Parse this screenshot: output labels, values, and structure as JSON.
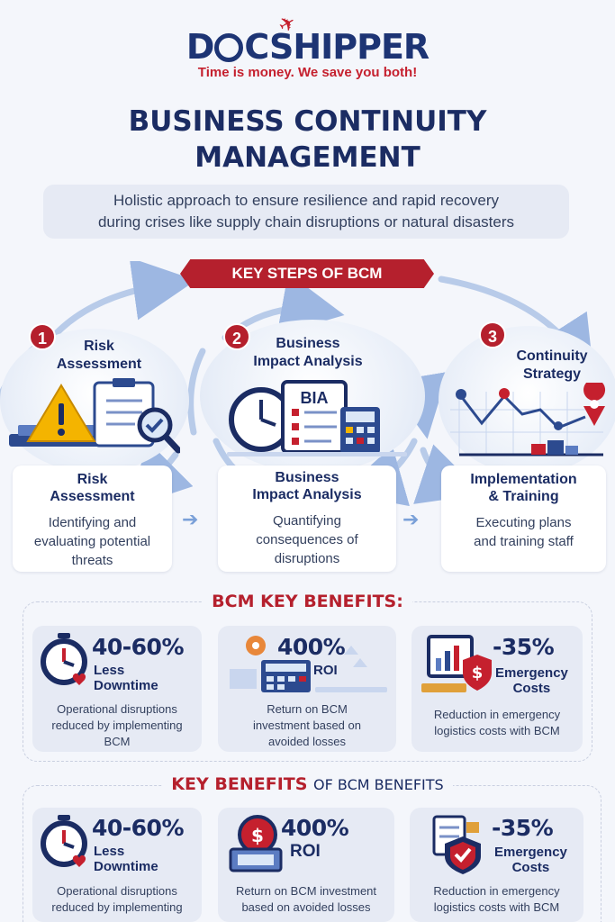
{
  "brand": {
    "name_part1": "D",
    "name_part2": "CSHIPPER",
    "tagline": "Time is money. We save you both!"
  },
  "title_line1": "BUSINESS CONTINUITY",
  "title_line2": "MANAGEMENT",
  "subtitle_line1": "Holistic approach to ensure resilience and rapid recovery",
  "subtitle_line2": "during crises like supply chain disruptions or natural disasters",
  "steps_banner": "KEY STEPS OF BCM",
  "steps": [
    {
      "number": "1",
      "title_line1": "Risk",
      "title_line2": "Assessment",
      "icon": "warning-triangle-icon"
    },
    {
      "number": "2",
      "title_line1": "Business",
      "title_line2": "Impact Analysis",
      "icon_text": "BIA",
      "icon": "clock-checklist-icon"
    },
    {
      "number": "3",
      "title_line1": "Continuity",
      "title_line2": "Strategy",
      "icon": "map-route-icon"
    }
  ],
  "cards": [
    {
      "title_line1": "Risk",
      "title_line2": "Assessment",
      "desc_line1": "Identifying and",
      "desc_line2": "evaluating potential",
      "desc_line3": "threats"
    },
    {
      "title_line1": "Business",
      "title_line2": "Impact Analysis",
      "desc_line1": "Quantifying",
      "desc_line2": "consequences of",
      "desc_line3": "disruptions"
    },
    {
      "title_line1": "Implementation",
      "title_line2": "& Training",
      "desc_line1": "Executing plans",
      "desc_line2": "and training staff"
    }
  ],
  "benefits1_title": "BCM KEY BENEFITS:",
  "benefits1": [
    {
      "value": "40-60%",
      "label_line1": "Less",
      "label_line2": "Downtime",
      "desc_line1": "Operational disruptions",
      "desc_line2": "reduced by implementing",
      "desc_line3": "BCM",
      "icon": "stopwatch-icon"
    },
    {
      "value": "400%",
      "label_line1": "ROI",
      "desc_line1": "Return on BCM",
      "desc_line2": "investment based on",
      "desc_line3": "avoided losses",
      "icon": "calculator-gear-icon"
    },
    {
      "value": "-35%",
      "label_line1": "Emergency",
      "label_line2": "Costs",
      "desc_line1": "Reduction in emergency",
      "desc_line2": "logistics costs with BCM",
      "icon": "shield-dollar-icon"
    }
  ],
  "benefits2_title_red": "KEY BENEFITS",
  "benefits2_title_blue": "OF BCM BENEFITS",
  "benefits2": [
    {
      "value": "40-60%",
      "label_line1": "Less",
      "label_line2": "Downtime",
      "desc_line1": "Operational disruptions",
      "desc_line2": "reduced by implementing",
      "icon": "stopwatch-icon"
    },
    {
      "value": "400%",
      "label_line1": "ROI",
      "desc_line1": "Return on BCM investment",
      "desc_line2": "based on avoided losses",
      "icon": "money-bag-icon"
    },
    {
      "value": "-35%",
      "label_line1": "Emergency",
      "label_line2": "Costs",
      "desc_line1": "Reduction in emergency",
      "desc_line2": "logistics costs with BCM",
      "icon": "shield-check-icon"
    }
  ],
  "colors": {
    "navy": "#1b2c63",
    "red": "#b5202d",
    "accent_blue": "#7aa0d8",
    "card_bg": "#e6eaf4"
  }
}
